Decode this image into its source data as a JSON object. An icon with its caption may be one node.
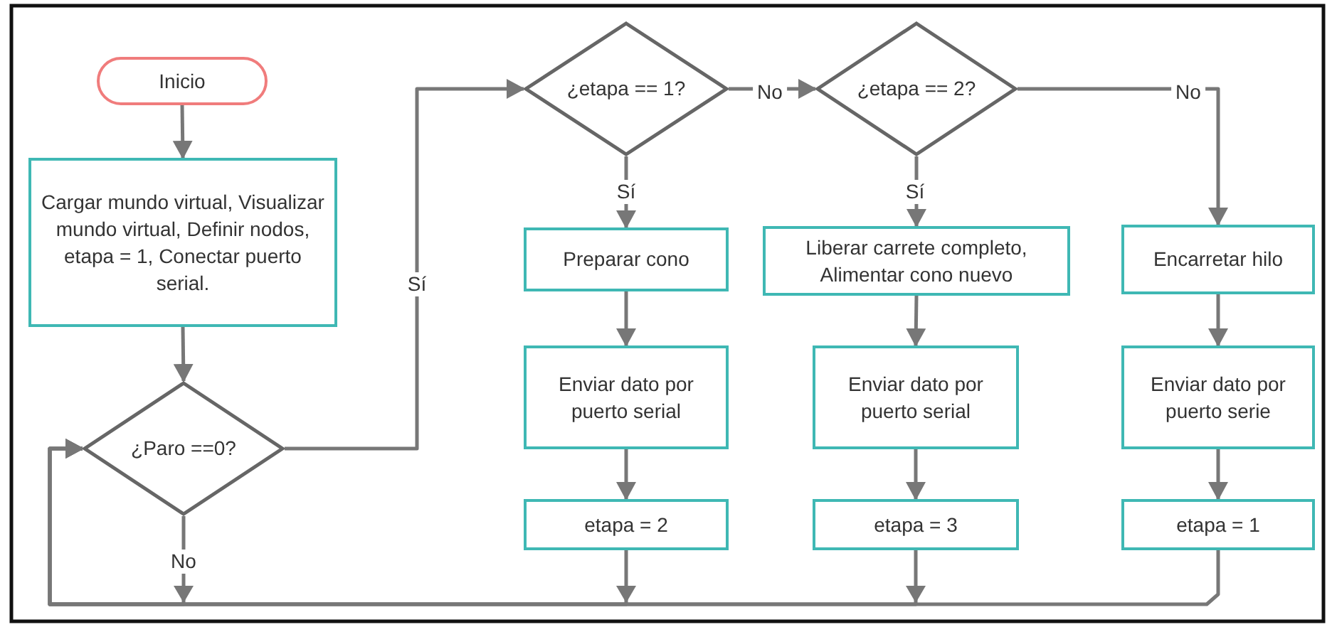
{
  "diagram": {
    "nodes": [
      {
        "text": [
          "Inicio"
        ]
      },
      {
        "text": [
          "Cargar mundo virtual, Visualizar mundo virtual, Definir nodos, etapa = 1, Conectar puerto serial."
        ]
      },
      {
        "text": [
          "¿Paro ==0?"
        ]
      },
      {
        "text": [
          "¿etapa == 1?"
        ]
      },
      {
        "text": [
          "¿etapa == 2?"
        ]
      },
      {
        "text": [
          "Preparar cono"
        ]
      },
      {
        "text": [
          "Liberar carrete completo, Alimentar cono nuevo"
        ]
      },
      {
        "text": [
          "Encarretar hilo"
        ]
      },
      {
        "text": [
          "Enviar dato por puerto serial"
        ]
      },
      {
        "text": [
          "Enviar dato por puerto serial"
        ]
      },
      {
        "text": [
          "Enviar dato por puerto serie"
        ]
      },
      {
        "text": [
          "etapa = 2"
        ]
      },
      {
        "text": [
          "etapa = 3"
        ]
      },
      {
        "text": [
          "etapa = 1"
        ]
      }
    ],
    "edges": [
      {
        "from": 0,
        "to": 1,
        "arrow": "to"
      },
      {
        "from": 1,
        "to": 2,
        "arrow": "to"
      },
      {
        "from": 2,
        "to": 3,
        "arrow": "to",
        "label": "Sí"
      },
      {
        "from": 3,
        "to": 4,
        "arrow": "to",
        "label": "No"
      },
      {
        "from": 3,
        "to": 5,
        "arrow": "to",
        "label": "Sí"
      },
      {
        "from": 4,
        "to": 6,
        "arrow": "to",
        "label": "Sí"
      },
      {
        "from": 4,
        "to": 7,
        "arrow": "to",
        "label": "No"
      },
      {
        "from": 5,
        "to": 8,
        "arrow": "to"
      },
      {
        "from": 6,
        "to": 9,
        "arrow": "to"
      },
      {
        "from": 7,
        "to": 10,
        "arrow": "to"
      },
      {
        "from": 8,
        "to": 11,
        "arrow": "to"
      },
      {
        "from": 9,
        "to": 12,
        "arrow": "to"
      },
      {
        "from": 10,
        "to": 13,
        "arrow": "to"
      },
      {
        "from": 2,
        "to": 2,
        "arrow": "to",
        "label": "No"
      },
      {
        "from": 11,
        "to": 2,
        "arrow": "to"
      },
      {
        "from": 12,
        "to": 2,
        "arrow": "to"
      },
      {
        "from": 13,
        "to": 2,
        "arrow": "to"
      }
    ]
  }
}
